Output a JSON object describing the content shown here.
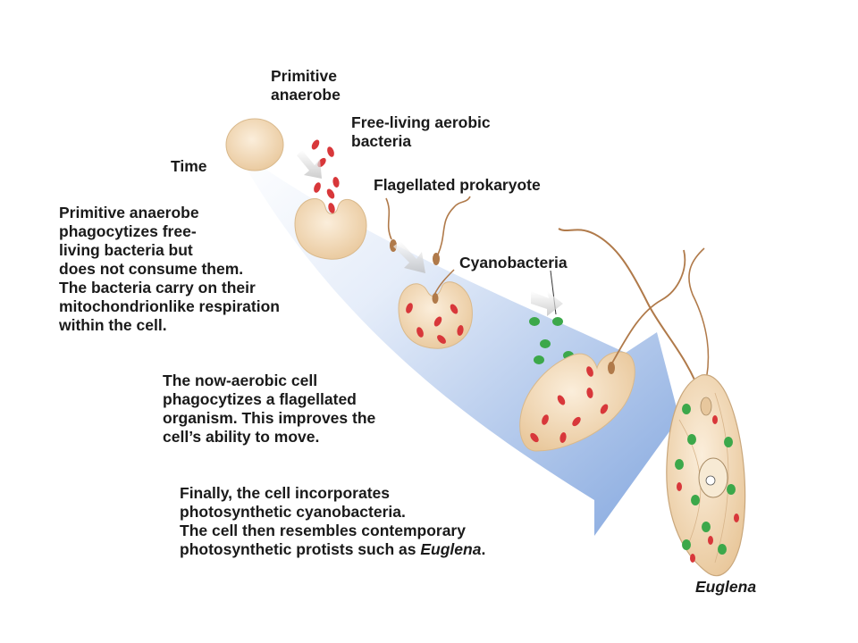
{
  "labels": {
    "primitive_anaerobe": [
      "Primitive",
      "anaerobe"
    ],
    "free_living": [
      "Free-living aerobic",
      "bacteria"
    ],
    "time": "Time",
    "flagellated": "Flagellated prokaryote",
    "cyanobacteria": "Cyanobacteria",
    "euglena": "Euglena"
  },
  "paragraphs": {
    "step1": [
      "Primitive anaerobe",
      "phagocytizes free-",
      "living bacteria but",
      "does not consume them.",
      "The bacteria carry on their",
      "mitochondrionlike respiration",
      "within the cell."
    ],
    "step2": [
      "The now-aerobic cell",
      "phagocytizes a flagellated",
      "organism. This improves the",
      "cell’s ability to move."
    ],
    "step3": {
      "lines": [
        "Finally, the cell incorporates",
        "photosynthetic cyanobacteria.",
        "The cell then resembles contemporary"
      ],
      "last_prefix": "photosynthetic protists such as ",
      "last_italic": "Euglena",
      "last_suffix": "."
    }
  },
  "colors": {
    "arrow": "#7fa3dc",
    "cell_fill": "#f3dcb8",
    "cell_stroke": "#c9a77c",
    "mitochondria": "#d8373a",
    "chloroplast": "#3ca84a",
    "flagellum": "#b07a4a"
  }
}
